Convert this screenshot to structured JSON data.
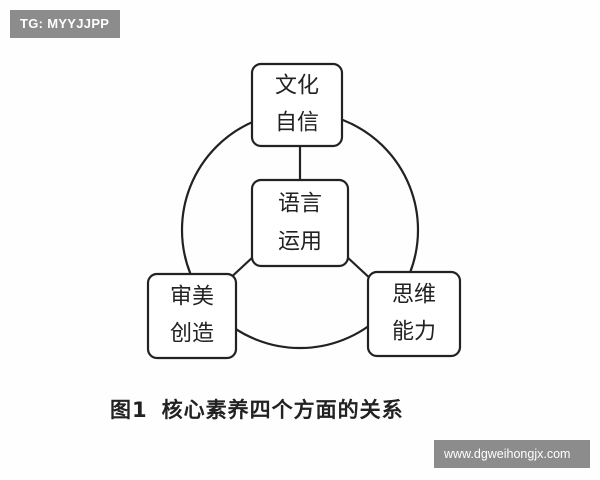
{
  "watermark_top": "TG: MYYJJPP",
  "watermark_bottom": "www.dgweihongjx.com",
  "diagram": {
    "center": {
      "line1": "语言",
      "line2": "运用"
    },
    "top": {
      "line1": "文化",
      "line2": "自信"
    },
    "left": {
      "line1": "审美",
      "line2": "创造"
    },
    "right": {
      "line1": "思维",
      "line2": "能力"
    }
  },
  "caption": {
    "figure_number": "图1",
    "text": "核心素养四个方面的关系"
  }
}
